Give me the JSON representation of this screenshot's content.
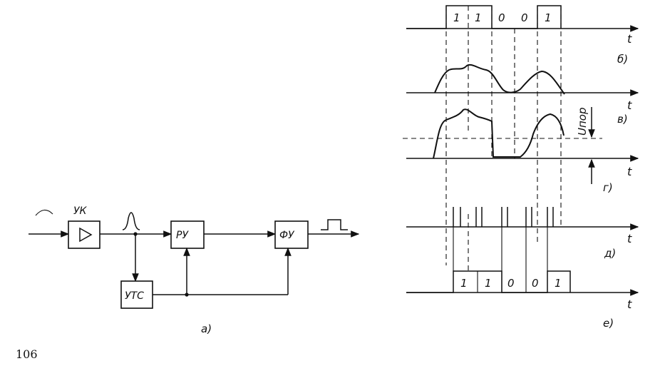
{
  "blocks": {
    "amp": "УК",
    "sync": "УТС",
    "decision": "РУ",
    "shaper": "ФУ"
  },
  "caption_a": "а)",
  "bits_top": [
    "1",
    "1",
    "0",
    "0",
    "1"
  ],
  "bits_bottom": [
    "1",
    "1",
    "0",
    "0",
    "1"
  ],
  "axis_symbol": "t",
  "panel_labels": [
    "б)",
    "в)",
    "г)",
    "д)",
    "е)"
  ],
  "threshold_label": "Uпор",
  "page_number": "106"
}
